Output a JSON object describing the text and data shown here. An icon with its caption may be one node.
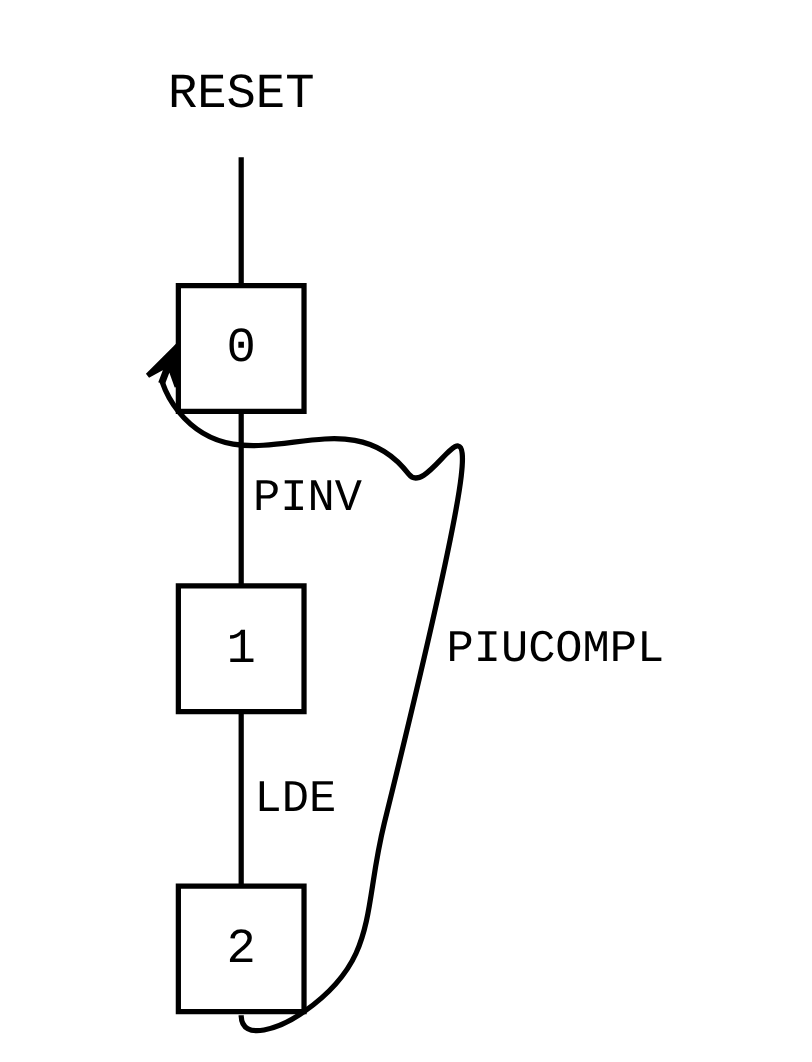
{
  "diagram": {
    "nodes": [
      {
        "text": [
          "RESET"
        ]
      },
      {
        "text": [
          "0"
        ]
      },
      {
        "text": [
          "1"
        ]
      },
      {
        "text": [
          "2"
        ]
      }
    ],
    "edges": [
      {
        "from": 0,
        "to": 1,
        "arrow": "none"
      },
      {
        "from": 1,
        "to": 2,
        "arrow": "none",
        "label": "PINV"
      },
      {
        "from": 2,
        "to": 3,
        "arrow": "none",
        "label": "LDE"
      },
      {
        "from": 3,
        "to": 1,
        "arrow": "to",
        "label": "PIUCOMPL"
      }
    ]
  }
}
